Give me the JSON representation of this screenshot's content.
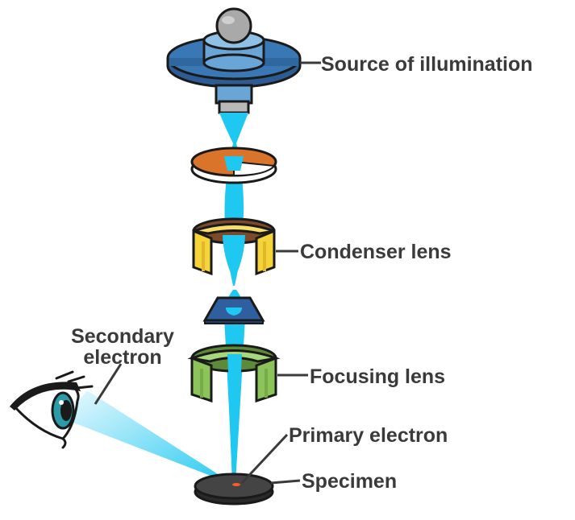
{
  "labels": {
    "source": "Source of illumination",
    "condenser": "Condenser lens",
    "secondary_line1": "Secondary",
    "secondary_line2": "electron",
    "focusing": "Focusing lens",
    "primary": "Primary electron",
    "specimen": "Specimen"
  },
  "colors": {
    "beam": "#1ec8f0",
    "source_blue": "#3a78b5",
    "aperture_orange": "#d9742a",
    "condenser_yellow": "#f5d43a",
    "focusing_green": "#8cc45a",
    "stage_blue": "#2f5f9e",
    "specimen_dark": "#444444",
    "label_text": "#3a3a3a"
  }
}
